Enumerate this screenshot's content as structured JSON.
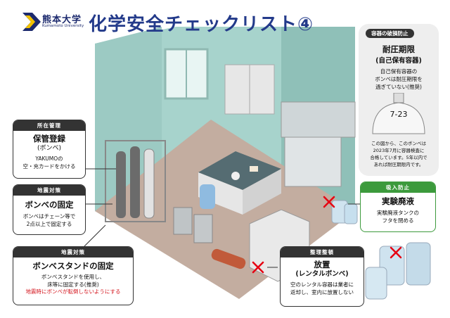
{
  "header": {
    "logo_text": "熊本大学",
    "logo_sub": "Kumamoto University",
    "title": "化学安全チェックリスト④"
  },
  "callouts": {
    "ownership": {
      "tag": "所在管理",
      "title": "保管登録",
      "subtitle": "(ボンベ)",
      "desc": [
        "YAKUMOの",
        "空・充カードをかける"
      ]
    },
    "quake1": {
      "tag": "地震対策",
      "title": "ボンベの固定",
      "desc": [
        "ボンベはチェーン等で",
        "2点以上で固定する"
      ]
    },
    "quake2": {
      "tag": "地震対策",
      "title": "ボンベスタンドの固定",
      "desc": [
        "ボンベスタンドを使用し、",
        "床等に固定する(推奨)"
      ],
      "warning": "地震時にボンベが転倒しないようにする"
    },
    "tidy": {
      "tag": "整理整頓",
      "title": "放置",
      "subtitle": "(レンタルボンベ)",
      "desc": [
        "空のレンタル容器は業者に",
        "返却し、室内に放置しない"
      ]
    },
    "inhale": {
      "tag": "吸入防止",
      "title": "実験廃液",
      "desc": [
        "実験廃液タンクの",
        "フタを閉める"
      ]
    },
    "expiry": {
      "tag": "容器の破損防止",
      "title": "耐圧期限",
      "subtitle": "(自己保有容器)",
      "desc": [
        "自己保有容器の",
        "ボンベは耐圧期限を",
        "過ぎていない(推奨)"
      ],
      "stamp": "7-23",
      "note": [
        "この図から、このボンベは",
        "2023年7月に容器検査に",
        "合格しています。5年以内で",
        "あれば耐圧期限内です。"
      ]
    }
  },
  "colors": {
    "title": "#233a8a",
    "wall": "#a7d3cc",
    "floor": "#c3ada0",
    "tag_dark": "#333333",
    "tag_green": "#3c9a3c",
    "warning": "#d4141c",
    "cross": "#e60012"
  }
}
